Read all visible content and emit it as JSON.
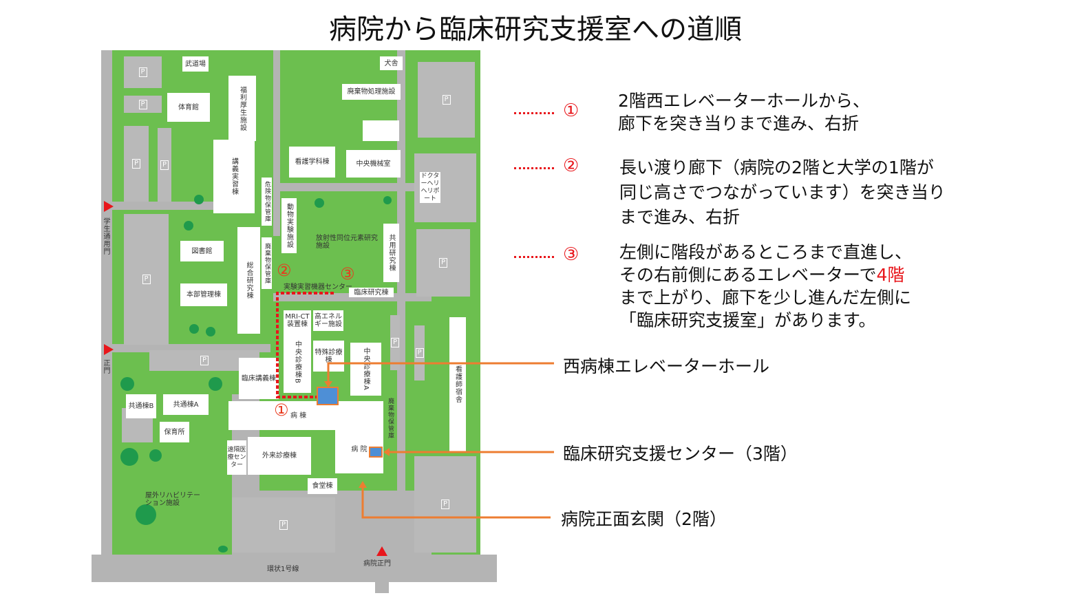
{
  "title": "病院から臨床研究支援室への道順",
  "map": {
    "parking": "P",
    "buildings": {
      "budojo": "武道場",
      "gym": "体育館",
      "welfare": "福利厚生施設",
      "lecture": "講義実習棟",
      "nursing_school": "看護学科棟",
      "machine_room": "中央機械室",
      "waste_facility": "廃棄物処理施設",
      "kennel": "犬舎",
      "heliport": "ドクターヘリ ヘリポート",
      "library": "図書館",
      "admin": "本部管理棟",
      "research_general": "総合研究棟",
      "hazard_storage": "危険物保管庫",
      "waste_storage": "廃棄物保管庫",
      "animal_lab": "動物実験施設",
      "radioisotope": "放射性同位元素研究施設",
      "shared_research": "共用研究棟",
      "lab_center": "実験実習機器センター",
      "clinical_research": "臨床研究棟",
      "mri_ct": "MRI-CT装置棟",
      "high_energy": "高エネルギー施設",
      "central_b": "中央診療棟B",
      "special": "特殊診療棟",
      "central_a": "中央診療棟A",
      "clinical_lecture": "臨床講義棟",
      "ward": "病 棟",
      "hospital": "病 院",
      "outpatient": "外来診療棟",
      "telemedicine": "遠隔医療センター",
      "cafeteria": "食堂棟",
      "waste_storage2": "廃棄物保管庫",
      "nurse_dorm": "看護師宿舎",
      "common_b": "共通棟B",
      "common_a": "共通棟A",
      "nursery": "保育所",
      "rehab": "屋外リハビリテーション施設"
    },
    "gates": {
      "student": "学生通用門",
      "main": "正門",
      "hospital_main": "病院正門"
    },
    "road": "環状1号線",
    "route_markers": [
      "①",
      "②",
      "③"
    ]
  },
  "steps": [
    {
      "num": "①",
      "lines": [
        "2階西エレベーターホールから、",
        "廊下を突き当りまで進み、右折"
      ]
    },
    {
      "num": "②",
      "lines": [
        "長い渡り廊下（病院の2階と大学の1階が",
        "同じ高さでつながっています）を突き当り",
        "まで進み、右折"
      ]
    },
    {
      "num": "③",
      "line1": "左側に階段があるところまで直進し、",
      "line2a": "その右前側にあるエレベーターで",
      "line2b": "4階",
      "line3": "まで上がり、廊下を少し進んだ左側に",
      "line4": "「臨床研究支援室」があります。"
    }
  ],
  "callouts": {
    "elevator_hall": "西病棟エレベーターホール",
    "support_center": "臨床研究支援センター（3階）",
    "entrance": "病院正面玄関（2階）"
  },
  "colors": {
    "route": "#e8161b",
    "callout": "#ed7d31",
    "target": "#4e8fd6",
    "green": "#6cbf4f"
  }
}
